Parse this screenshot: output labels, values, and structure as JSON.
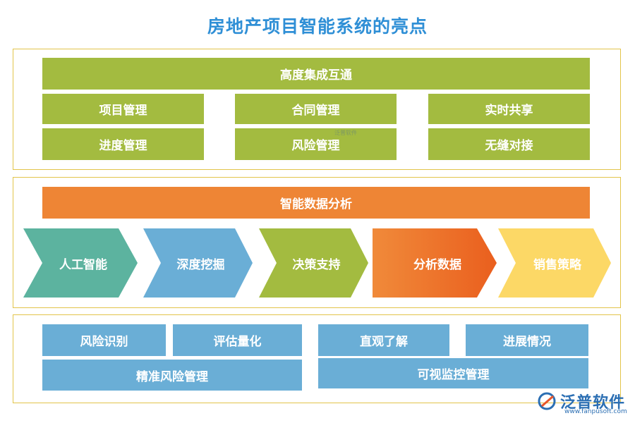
{
  "title": "房地产项目智能系统的亮点",
  "panel1": {
    "header": "高度集成互通",
    "grid": [
      [
        "项目管理",
        "合同管理",
        "实时共享"
      ],
      [
        "进度管理",
        "风险管理",
        "无缝对接"
      ]
    ]
  },
  "panel2": {
    "header": "智能数据分析",
    "steps": [
      {
        "label": "人工智能",
        "color": "#5cb39f"
      },
      {
        "label": "深度挖掘",
        "color": "#6aaed6"
      },
      {
        "label": "决策支持",
        "color": "#a3bb40"
      },
      {
        "label": "分析数据",
        "color": "#ef7a2e"
      },
      {
        "label": "销售策略",
        "color": "#fcd866"
      }
    ]
  },
  "panel3": {
    "left": {
      "top": [
        "风险识别",
        "评估量化"
      ],
      "bottom": "精准风险管理"
    },
    "right": {
      "top": [
        "直观了解",
        "进展情况"
      ],
      "bottom": "可视监控管理"
    }
  },
  "watermark": "泛普软件",
  "logo": {
    "name": "泛普软件",
    "url": "www.fanpusoft.com"
  }
}
